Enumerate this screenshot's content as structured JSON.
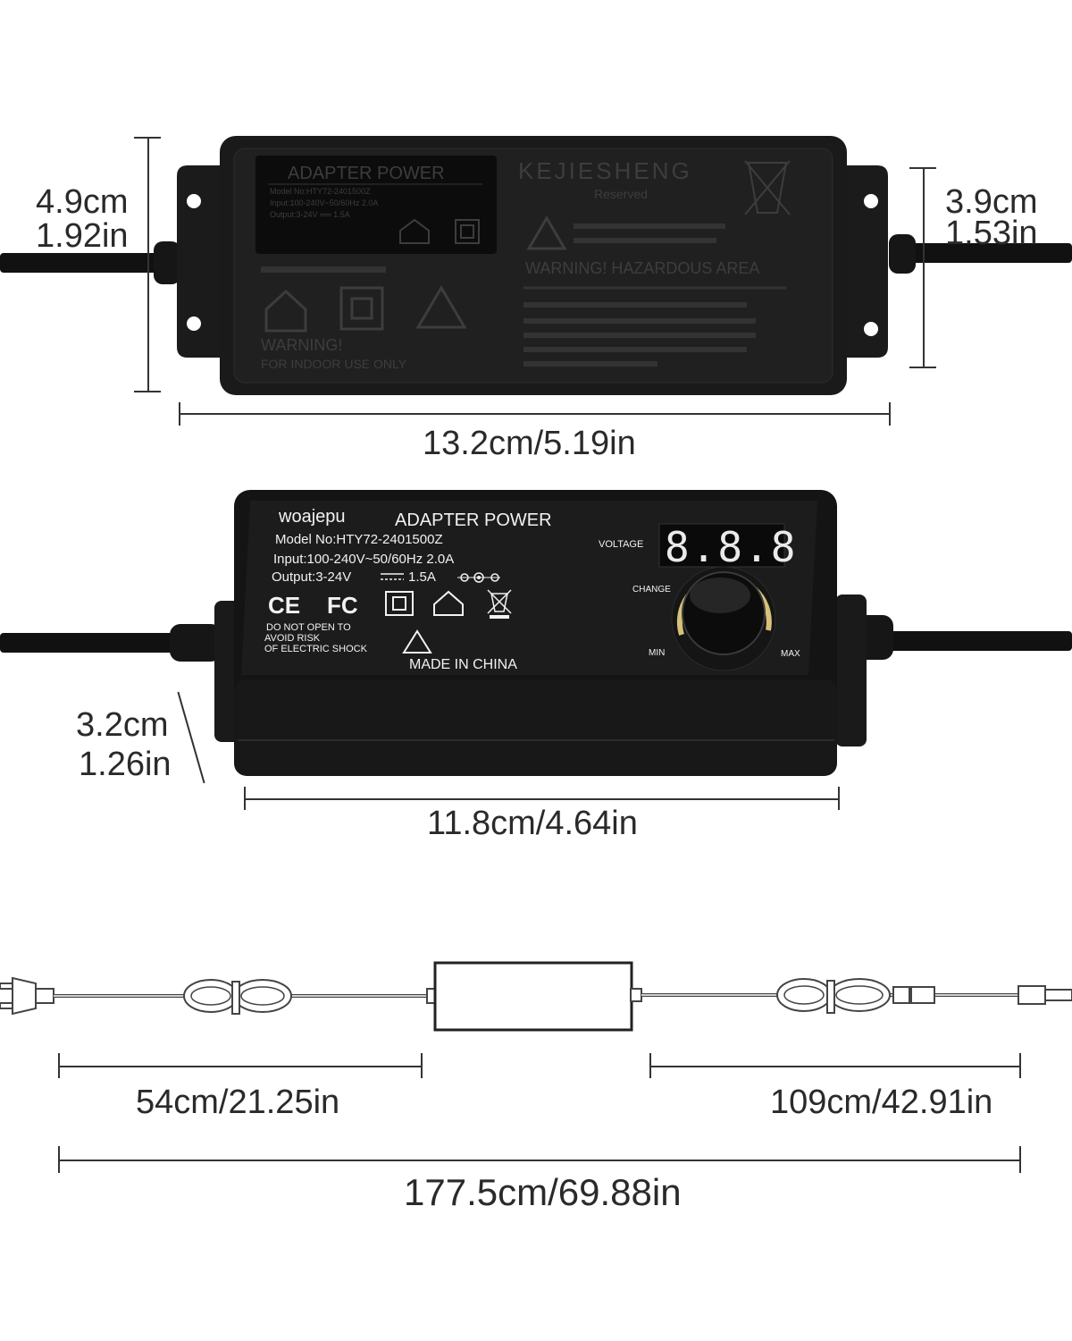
{
  "top_view": {
    "height_left": {
      "cm": "4.9cm",
      "in": "1.92in"
    },
    "height_right": {
      "cm": "3.9cm",
      "in": "1.53in"
    },
    "width": "13.2cm/5.19in",
    "label_title": "ADAPTER POWER",
    "label_lines": [
      "Model No:HTY72-2401500Z",
      "Input:100-240V~50/60Hz  2.0A",
      "Output:3-24V ══ 1.5A"
    ],
    "embossed_brand": "KEJIESHENG",
    "embossed_sub": "Reserved",
    "embossed_warning_area": "WARNING! HAZARDOUS AREA",
    "embossed_warning": "WARNING!",
    "embossed_indoor": "FOR INDOOR USE ONLY"
  },
  "front_view": {
    "brand": "woajepu",
    "title": "ADAPTER POWER",
    "model": "Model No:HTY72-2401500Z",
    "input": "Input:100-240V~50/60Hz 2.0A",
    "output": "Output:3-24V",
    "output_current": "1.5A",
    "cert_marks": [
      "CE",
      "FC"
    ],
    "warning_lines": [
      "DO NOT OPEN TO",
      "AVOID RISK",
      "OF ELECTRIC SHOCK"
    ],
    "made_in": "MADE IN CHINA",
    "voltage_label": "VOLTAGE",
    "display_value": "8.8.8",
    "change_label": "CHANGE",
    "min_label": "MIN",
    "max_label": "MAX",
    "height": {
      "cm": "3.2cm",
      "in": "1.26in"
    },
    "width": "11.8cm/4.64in"
  },
  "cable_view": {
    "left_cable": "54cm/21.25in",
    "right_cable": "109cm/42.91in",
    "total": "177.5cm/69.88in"
  }
}
